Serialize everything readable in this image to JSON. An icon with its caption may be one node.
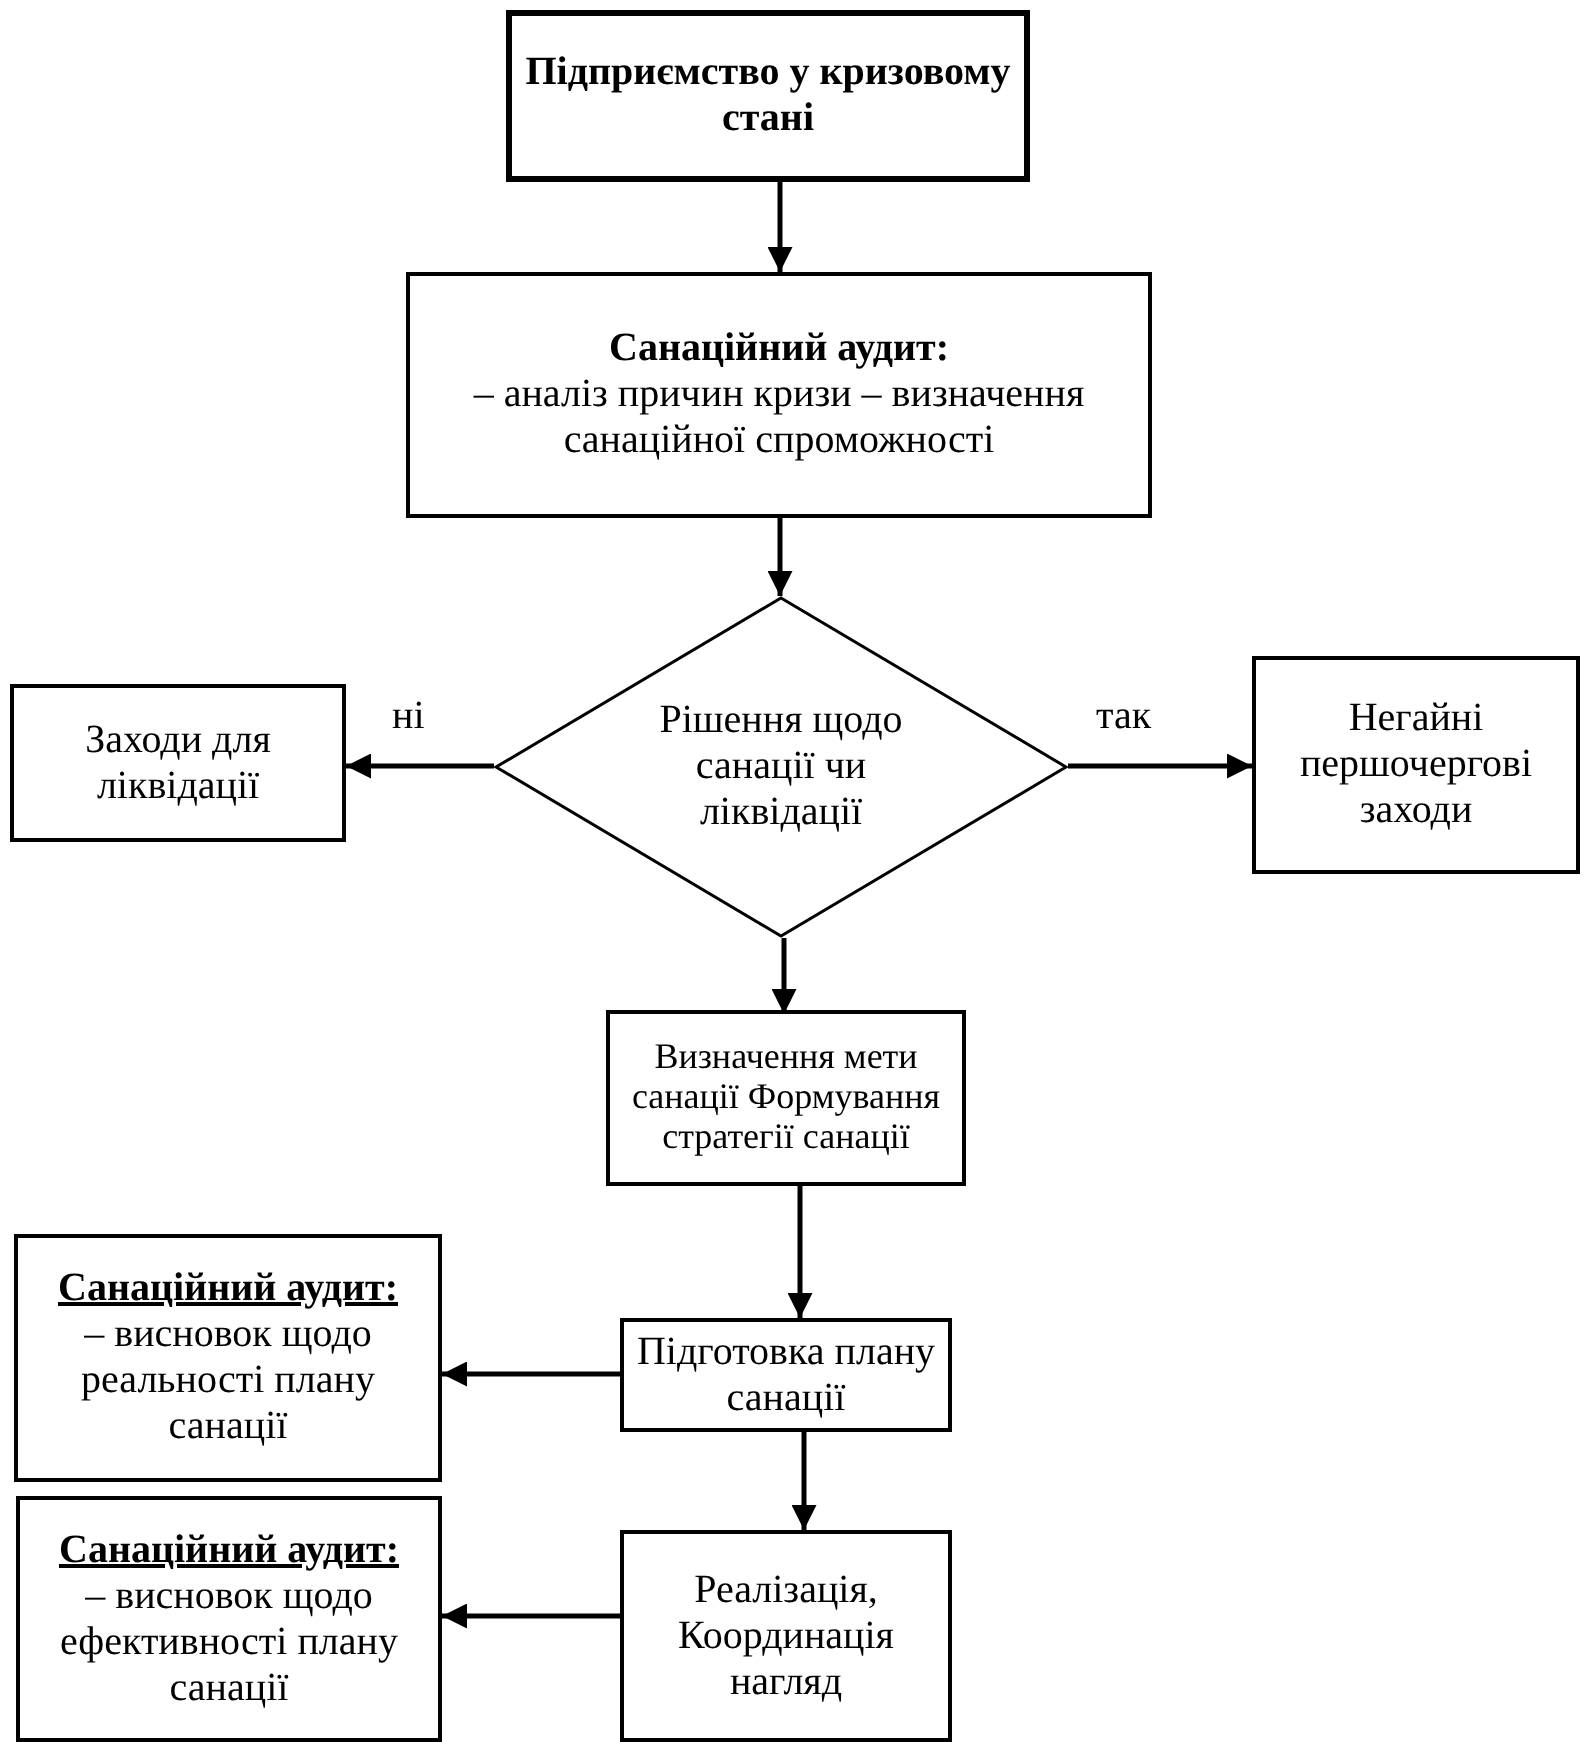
{
  "diagram": {
    "nodes": [
      {
        "text": [
          "Підприємство у кризовому стані"
        ]
      },
      {
        "text": [
          "Санаційний аудит:",
          "– аналіз причин кризи – визначення санаційної спроможності"
        ]
      },
      {
        "text": [
          "Рішення щодо санації чи ліквідації"
        ]
      },
      {
        "text": [
          "Заходи для ліквідації"
        ]
      },
      {
        "text": [
          "Негайні першочергові заходи"
        ]
      },
      {
        "text": [
          "Визначення мети санації Формування стратегії санації"
        ]
      },
      {
        "text": [
          "Підготовка плану санації"
        ]
      },
      {
        "text": [
          "Реалізація, Координація нагляд"
        ]
      },
      {
        "text": [
          "Санаційний аудит:",
          "– висновок щодо реальності плану санації"
        ]
      },
      {
        "text": [
          "Санаційний аудит:",
          "– висновок щодо ефективності плану санації"
        ]
      }
    ],
    "edges": [
      {
        "from": 0,
        "to": 1,
        "arrow": "to"
      },
      {
        "from": 1,
        "to": 2,
        "arrow": "to"
      },
      {
        "from": 2,
        "to": 3,
        "arrow": "to",
        "label": "ні"
      },
      {
        "from": 2,
        "to": 4,
        "arrow": "to",
        "label": "так"
      },
      {
        "from": 2,
        "to": 5,
        "arrow": "to"
      },
      {
        "from": 5,
        "to": 6,
        "arrow": "to"
      },
      {
        "from": 6,
        "to": 8,
        "arrow": "to"
      },
      {
        "from": 6,
        "to": 7,
        "arrow": "to"
      },
      {
        "from": 7,
        "to": 9,
        "arrow": "to"
      }
    ]
  }
}
